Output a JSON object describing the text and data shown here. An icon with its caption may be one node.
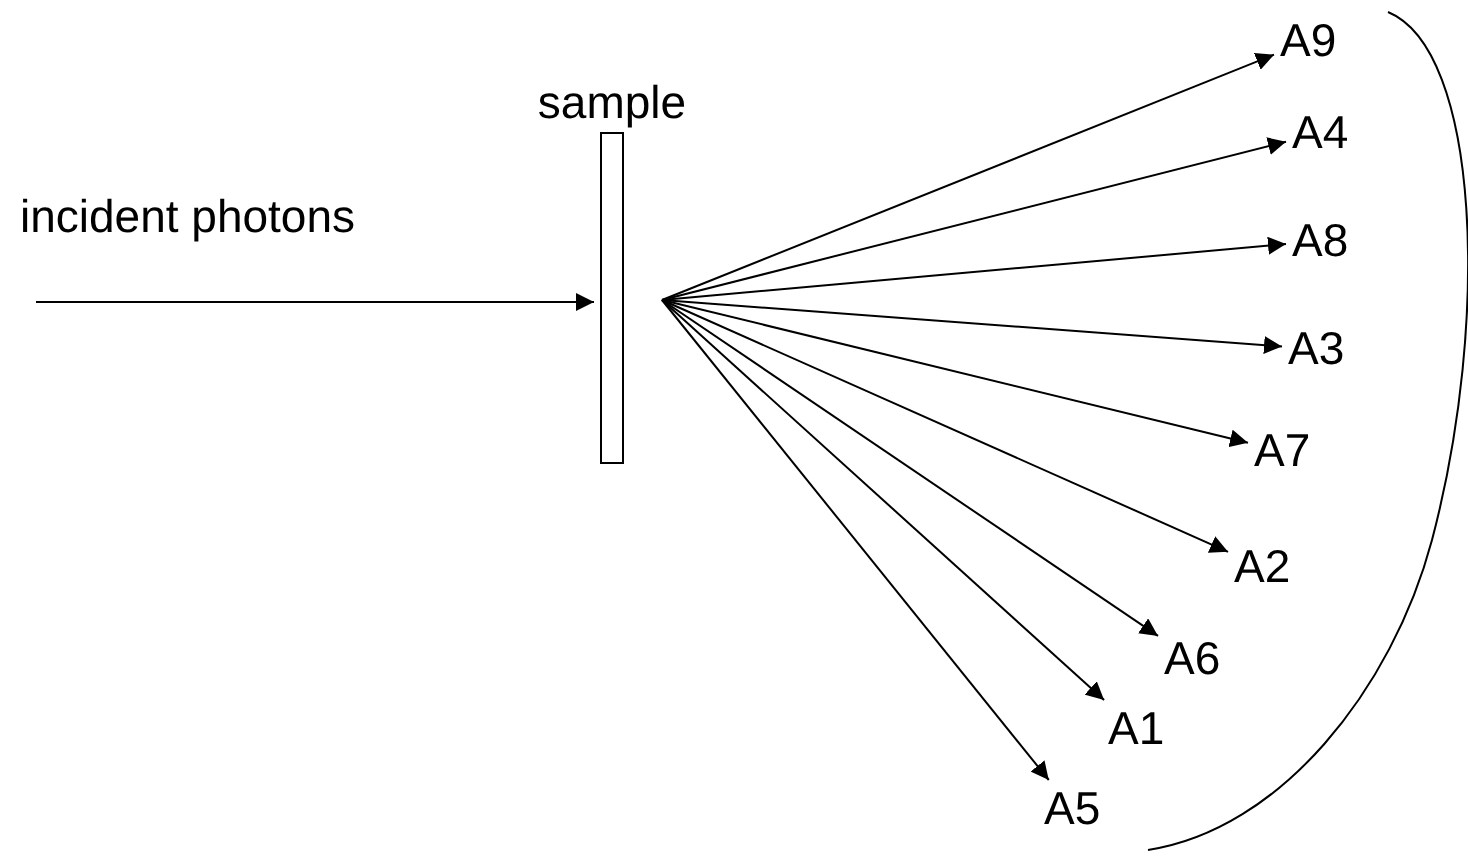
{
  "diagram": {
    "nodes": [
      {
        "text": [
          "sample"
        ]
      },
      {
        "text": [
          "A9"
        ]
      },
      {
        "text": [
          "A4"
        ]
      },
      {
        "text": [
          "A8"
        ]
      },
      {
        "text": [
          "A3"
        ]
      },
      {
        "text": [
          "A7"
        ]
      },
      {
        "text": [
          "A2"
        ]
      },
      {
        "text": [
          "A6"
        ]
      },
      {
        "text": [
          "A1"
        ]
      },
      {
        "text": [
          "A5"
        ]
      }
    ],
    "edges": [
      {
        "from": null,
        "to": 0,
        "arrow": "to"
      },
      {
        "from": null,
        "to": 1,
        "arrow": "to"
      },
      {
        "from": null,
        "to": 2,
        "arrow": "to"
      },
      {
        "from": null,
        "to": 3,
        "arrow": "to"
      },
      {
        "from": null,
        "to": 4,
        "arrow": "to"
      },
      {
        "from": null,
        "to": 5,
        "arrow": "to"
      },
      {
        "from": null,
        "to": 6,
        "arrow": "to"
      },
      {
        "from": null,
        "to": 7,
        "arrow": "to"
      },
      {
        "from": null,
        "to": 8,
        "arrow": "to"
      },
      {
        "from": null,
        "to": 9,
        "arrow": "to"
      }
    ],
    "labels": [
      "incident photons"
    ]
  }
}
